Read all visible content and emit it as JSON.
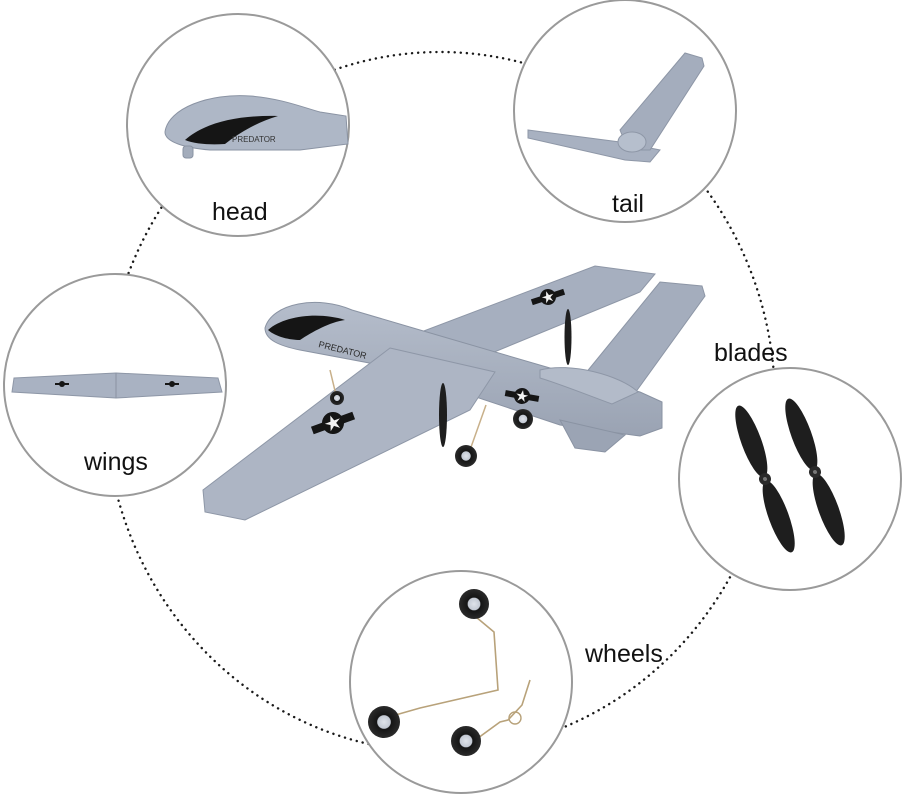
{
  "labels": {
    "head": "head",
    "tail": "tail",
    "blades": "blades",
    "wings": "wings",
    "wheels": "wheels"
  },
  "decal_text": "PREDATOR",
  "colors": {
    "airframe": "#a8b1c1",
    "airframe_shadow": "#8f98a8",
    "circle_border": "#9a9a9a",
    "dotted_ring": "#1a1a1a",
    "propeller": "#1e1e1e",
    "decal": "#151515"
  },
  "icons": [
    "plane-photo",
    "head-part",
    "tail-part",
    "wings-part",
    "blades-part",
    "wheels-part"
  ]
}
